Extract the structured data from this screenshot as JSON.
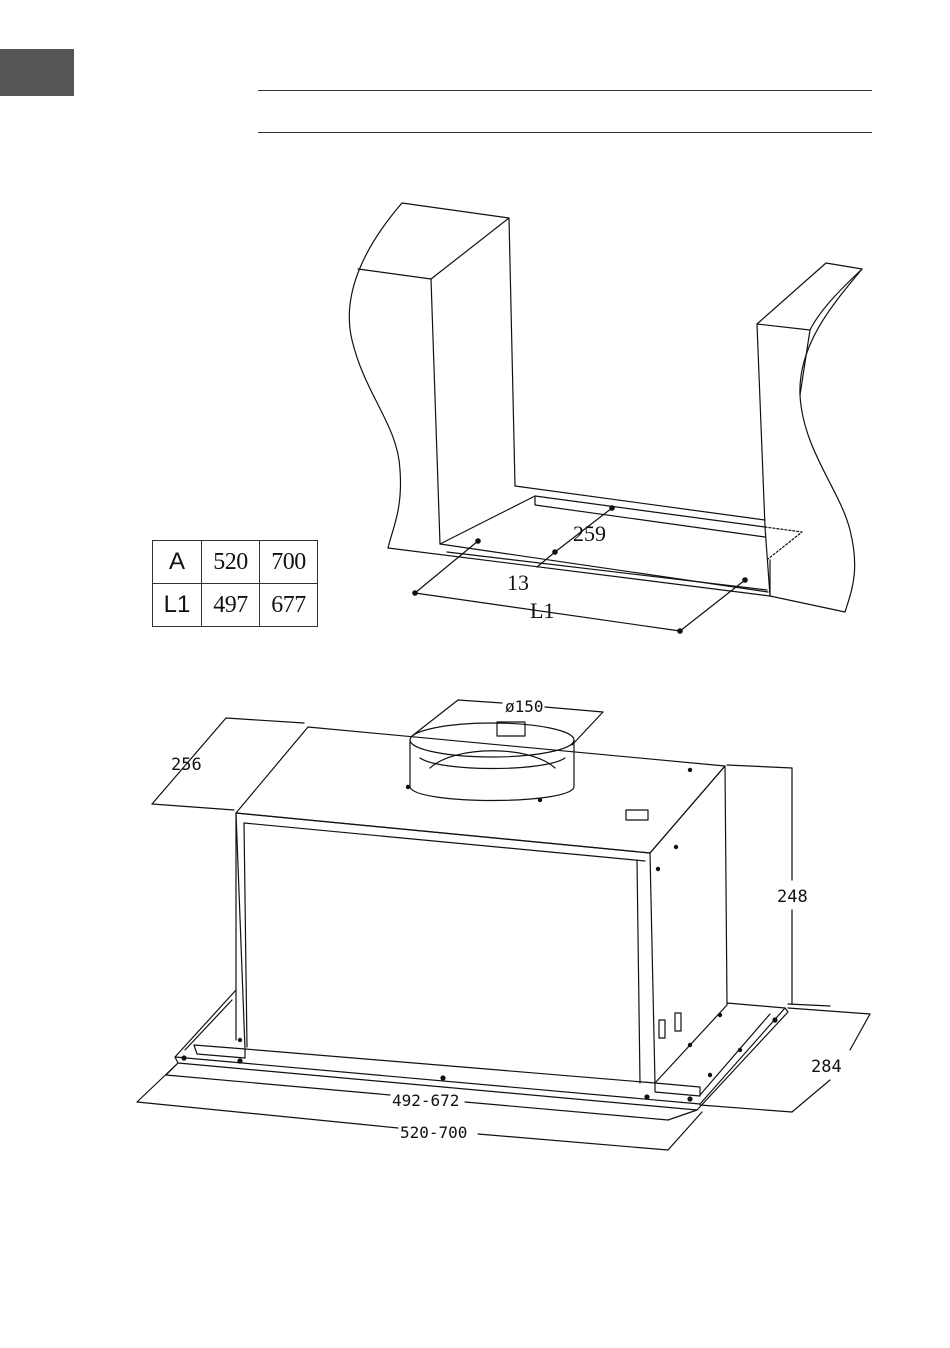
{
  "page": {
    "accent_color": "#555555"
  },
  "table": {
    "rows": [
      {
        "label": "A",
        "values": [
          "520",
          "700"
        ]
      },
      {
        "label": "L1",
        "values": [
          "497",
          "677"
        ]
      }
    ]
  },
  "niche_diagram": {
    "labels": {
      "depth": "259",
      "gap": "13",
      "length": "L1"
    }
  },
  "hood_diagram": {
    "labels": {
      "outlet_diameter": "ø150",
      "depth_top": "256",
      "height": "248",
      "frame_depth": "284",
      "inner_width": "492-672",
      "outer_width": "520-700"
    }
  }
}
